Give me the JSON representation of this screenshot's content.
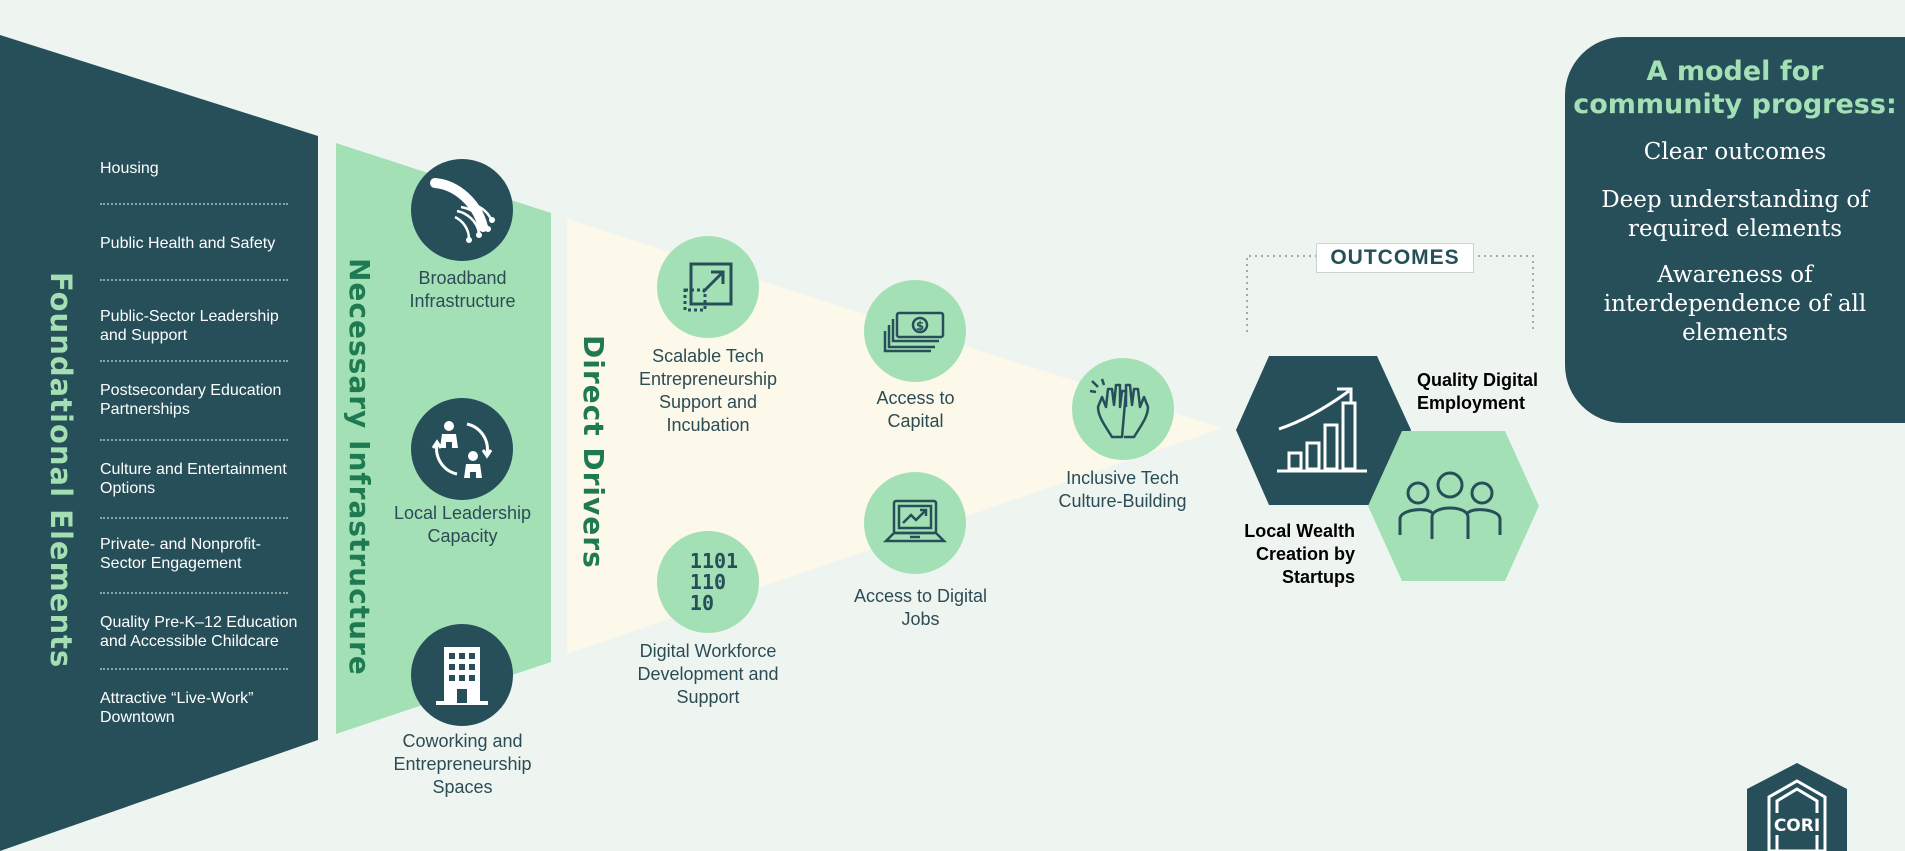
{
  "foundational": {
    "title": "Foundational Elements",
    "items": [
      "Housing",
      "Public Health and Safety",
      "Public-Sector Leadership and Support",
      "Postsecondary Education Partnerships",
      "Culture and Entertainment Options",
      "Private- and Nonprofit-Sector Engagement",
      "Quality Pre-K–12 Education and Accessible Childcare",
      "Attractive “Live-Work” Downtown"
    ]
  },
  "necessary": {
    "title": "Necessary Infrastructure",
    "items": [
      "Broadband Infrastructure",
      "Local Leadership Capacity",
      "Coworking and Entrepreneurship Spaces"
    ]
  },
  "direct": {
    "title": "Direct Drivers",
    "items": [
      "Scalable Tech Entrepreneurship Support and Incubation",
      "Access to Capital",
      "Inclusive Tech Culture-Building",
      "Access to Digital Jobs",
      "Digital Workforce Development and Support"
    ],
    "binary_text": [
      "1101",
      "110",
      "10"
    ]
  },
  "outcomes": {
    "label": "OUTCOMES",
    "items": [
      "Quality Digital Employment",
      "Local Wealth Creation by Startups"
    ]
  },
  "model": {
    "title": "A model for community progress:",
    "points": [
      "Clear outcomes",
      "Deep understanding of required elements",
      "Awareness of interdependence of all elements"
    ]
  },
  "logo": {
    "text": "CORI"
  },
  "colors": {
    "dark_teal": "#264f5a",
    "mint": "#a4e0b5",
    "cream": "#fcf8ea",
    "background": "#eef5f0",
    "green_text": "#1f7a52"
  }
}
